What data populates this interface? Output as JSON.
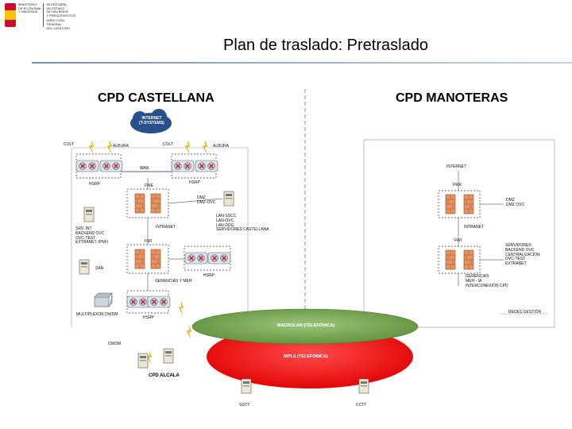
{
  "header": {
    "ministry_text": "MINISTERIO\nDE ECONOMÍA\nY HACIENDA",
    "secretaria_text": "SECRETARÍA\nDE ESTADO\nDE HACIENDA\nY PRESUPUESTOS",
    "direccion_text": "DIRECCIÓN\nGENERAL\nDEL CATASTRO"
  },
  "title": "Plan de traslado: Pretraslado",
  "left_site": {
    "title": "CPD CASTELLANA",
    "cloud": "INTERNET\n(T-SYSTEMS)",
    "colt_1": "COLT",
    "albura_1": "ALBURA",
    "colt_2": "COLT",
    "albura_2": "ALBURA",
    "wan": "WAN",
    "hsrp_1": "HSRP",
    "hsrp_2": "HSRP",
    "fwe": "FWE",
    "dmz": "DMZ\nDMZ-OVC",
    "intranet": "INTRANET",
    "lan_labels": "LAN-SSCC\nLAN-OVC\nLAN-DDG\nSERVIDORES CASTELLANA",
    "srv_labels": "SRV. INT\nBACKEND OVC\nOVC-TEST\nEXTRANET (PNF)",
    "fwi": "FWI",
    "san": "SAN",
    "hsrp_3": "HSRP",
    "gerencias": "GERENCIAS Y MEH",
    "multiplexor": "MULTIPLEXOR DWDM",
    "hsrp_4": "HSRP",
    "dwdm": "DWDM",
    "cpd_alcala": "CPD ALCALA"
  },
  "right_site": {
    "title": "CPD MANOTERAS",
    "internet": "INTERNET",
    "fwe": "FWE",
    "dmz": "DMZ\nDMZ OVC",
    "intranet": "INTRANET",
    "fwi": "FWI",
    "servidores": "SERVIDORES\nBACKEND OVC\nCENTRALIZACIÓN\nOVC-TEST\nEXTRANET",
    "gerencias": "GERENCIAS\nMEH - IA\nINTERCONEXIÓN CPD",
    "redes_gestion": "REDES GESTIÓN"
  },
  "wan_clouds": {
    "macrolan": "MACROLAN (TELEFÓNICA)",
    "mpls": "MPLS (TELEFÓNICA)",
    "sgtt": "SGTT",
    "cctt": "CCTT"
  },
  "colors": {
    "macrolan": "#79a955",
    "mpls": "#ff1a1a",
    "cloud": "#28508c",
    "firewall": "#e2875a",
    "router": "#c9d2e0"
  }
}
